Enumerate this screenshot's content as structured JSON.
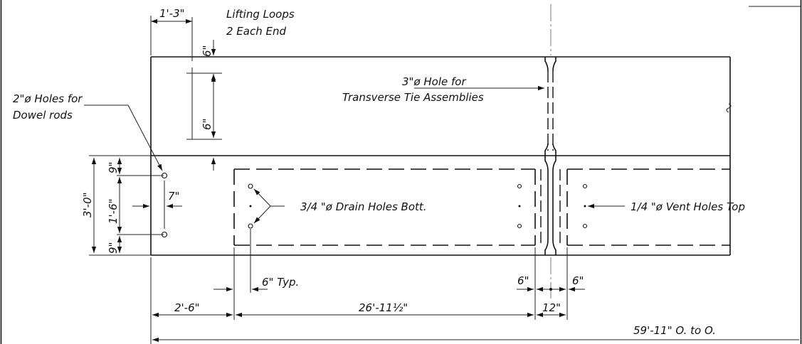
{
  "header_fragment": "",
  "labels": {
    "lifting_loops": "Lifting Loops",
    "lifting_loops_count": "2 Each End",
    "dowel_holes_line1": "2\"ø Holes for",
    "dowel_holes_line2": "Dowel rods",
    "tie_hole_line1": "3\"ø Hole for",
    "tie_hole_line2": "Transverse Tie Assemblies",
    "drain_holes": "3/4 \"ø Drain Holes Bott.",
    "vent_holes": "1/4 \"ø Vent Holes Top",
    "typ_spacing": "6\" Typ."
  },
  "dimensions": {
    "loop_offset": "1'-3\"",
    "loop_edge_top": "6\"",
    "loop_spacing": "6\"",
    "panel_width": "3'-0\"",
    "dowel_from_top": "9\"",
    "dowel_spacing": "1'-6\"",
    "dowel_from_bottom": "9\"",
    "dowel_from_end": "7\"",
    "void_start": "2'-6\"",
    "void_length": "26'-11½\"",
    "tie_gap": "12\"",
    "tie_half_left": "6\"",
    "tie_half_right": "6\"",
    "overall_length": "59'-11\" O. to O."
  }
}
